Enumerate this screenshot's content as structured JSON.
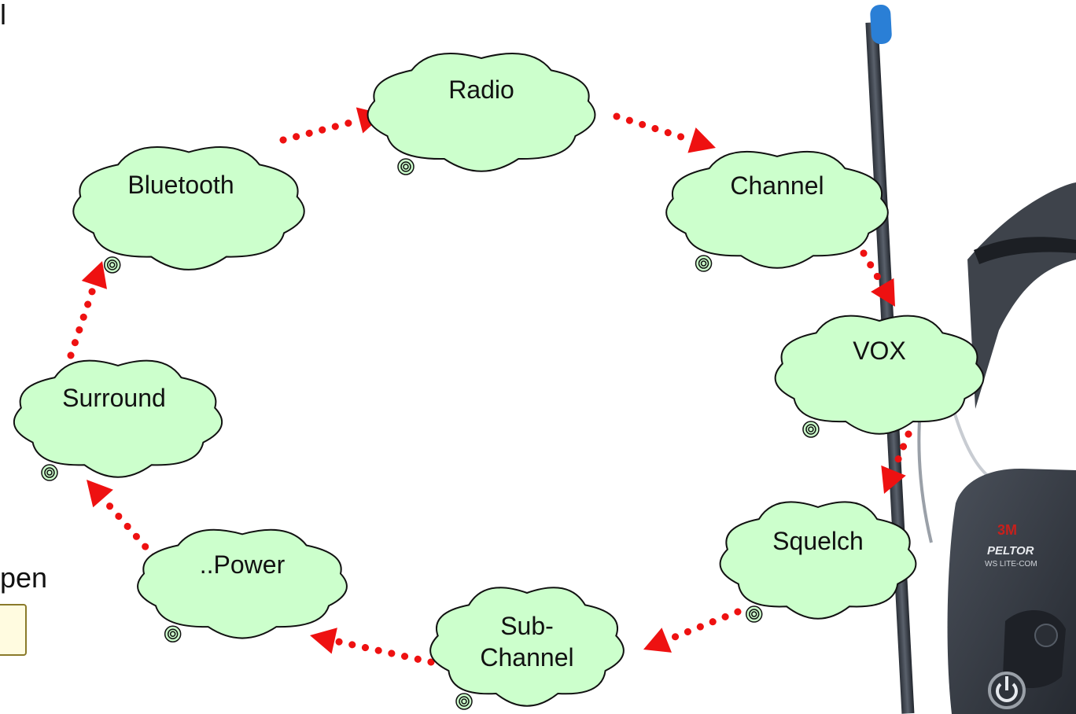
{
  "colors": {
    "cloud_fill": "#ccffcc",
    "cloud_stroke": "#111111",
    "arrow": "#ee1111",
    "background": "#ffffff",
    "headset_body": "#3a3f48"
  },
  "diagram": {
    "nodes": [
      {
        "id": "radio",
        "label": "Radio"
      },
      {
        "id": "channel",
        "label": "Channel"
      },
      {
        "id": "vox",
        "label": "VOX"
      },
      {
        "id": "squelch",
        "label": "Squelch"
      },
      {
        "id": "subchannel",
        "label": "Sub-\nChannel"
      },
      {
        "id": "power",
        "label": "..Power"
      },
      {
        "id": "surround",
        "label": "Surround"
      },
      {
        "id": "bluetooth",
        "label": "Bluetooth"
      }
    ],
    "edges": [
      {
        "from": "radio",
        "to": "channel"
      },
      {
        "from": "channel",
        "to": "vox"
      },
      {
        "from": "vox",
        "to": "squelch"
      },
      {
        "from": "squelch",
        "to": "subchannel"
      },
      {
        "from": "subchannel",
        "to": "power"
      },
      {
        "from": "power",
        "to": "surround"
      },
      {
        "from": "surround",
        "to": "bluetooth"
      },
      {
        "from": "bluetooth",
        "to": "radio"
      }
    ]
  },
  "partial_text": {
    "top_left": "l",
    "left_middle": "pen"
  },
  "headset": {
    "brand": "3M",
    "model_name": "PELTOR",
    "model_line": "WS LITE-COM"
  }
}
